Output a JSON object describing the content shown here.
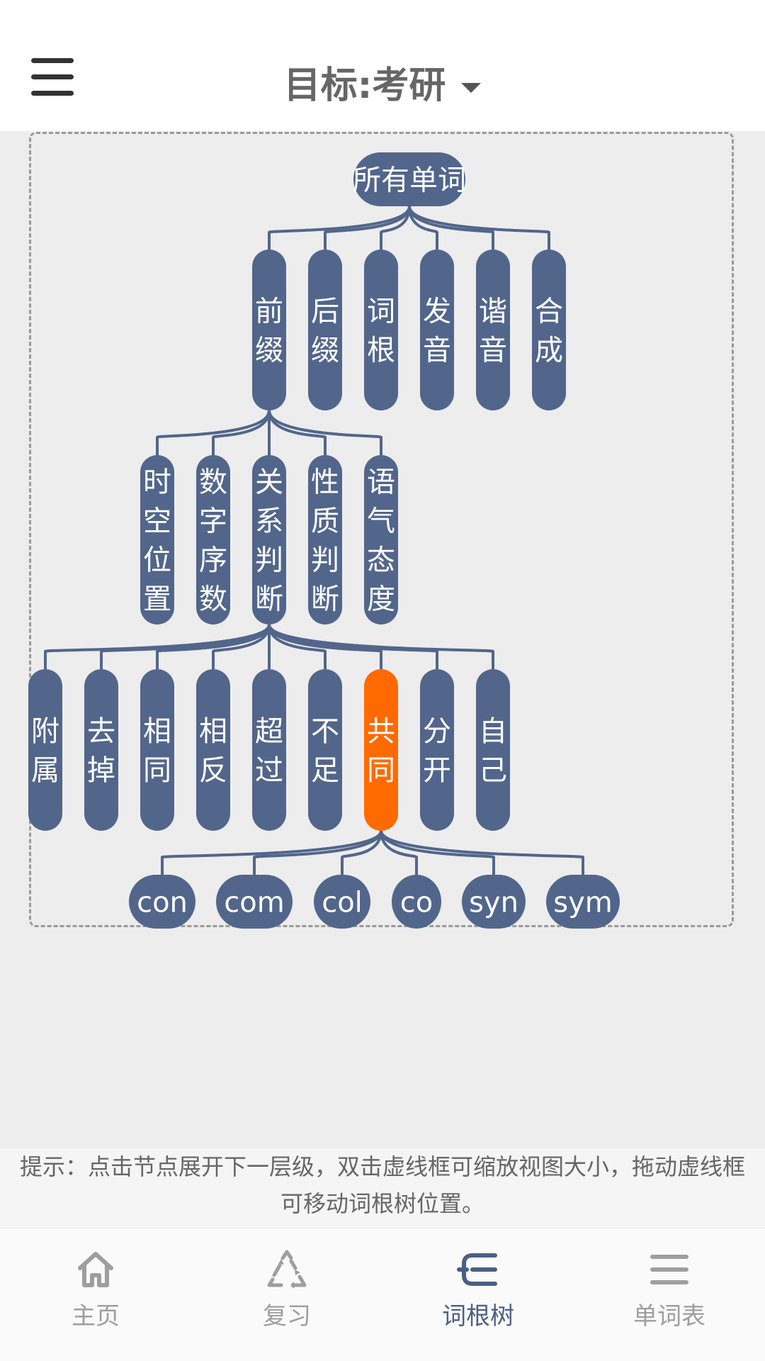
{
  "header": {
    "title": "目标:考研"
  },
  "tree": {
    "root": "所有单词",
    "level1": [
      "前缀",
      "后缀",
      "词根",
      "发音",
      "谐音",
      "合成"
    ],
    "level2": [
      "时空位置",
      "数字序数",
      "关系判断",
      "性质判断",
      "语气态度"
    ],
    "level3": [
      "附属",
      "去掉",
      "相同",
      "相反",
      "超过",
      "不足",
      "共同",
      "分开",
      "自己"
    ],
    "level4": [
      "con",
      "com",
      "col",
      "co",
      "syn",
      "sym"
    ],
    "selected": "共同"
  },
  "colors": {
    "node": "#52668b",
    "selected": "#ff6a00",
    "link": "#52668b",
    "active_tab": "#4a5f85",
    "inactive_tab": "#9e9e9e"
  },
  "hint": "提示：点击节点展开下一层级，双击虚线框可缩放视图大小，拖动虚线框可移动词根树位置。",
  "tabs": [
    {
      "label": "主页",
      "icon": "home-icon",
      "active": false
    },
    {
      "label": "复习",
      "icon": "recycle-icon",
      "active": false
    },
    {
      "label": "词根树",
      "icon": "root-tree-icon",
      "active": true
    },
    {
      "label": "单词表",
      "icon": "list-icon",
      "active": false
    }
  ]
}
